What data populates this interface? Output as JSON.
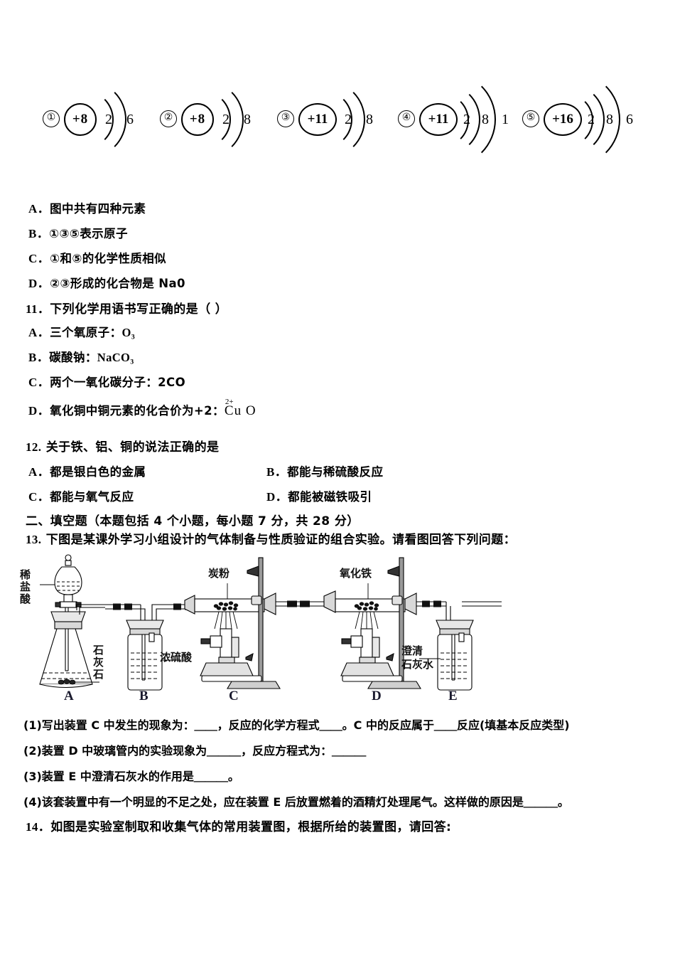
{
  "atom_diagram": {
    "atoms": [
      {
        "index": "①",
        "nucleus": "+8",
        "shells": [
          "2",
          "6"
        ]
      },
      {
        "index": "②",
        "nucleus": "+8",
        "shells": [
          "2",
          "8"
        ]
      },
      {
        "index": "③",
        "nucleus": "+11",
        "shells": [
          "2",
          "8"
        ]
      },
      {
        "index": "④",
        "nucleus": "+11",
        "shells": [
          "2",
          "8",
          "1"
        ]
      },
      {
        "index": "⑤",
        "nucleus": "+16",
        "shells": [
          "2",
          "8",
          "6"
        ]
      }
    ]
  },
  "q10_options": {
    "a_letter": "A．",
    "a_text": "图中共有四种元素",
    "b_letter": "B．",
    "b_text": "①③⑤表示原子",
    "c_letter": "C．",
    "c_text": "①和⑤的化学性质相似",
    "d_letter": "D．",
    "d_text": "②③形成的化合物是 Na0"
  },
  "q11": {
    "number": "11．",
    "stem": "下列化学用语书写正确的是（    ）",
    "a_letter": "A．",
    "a_text": "三个氧原子：",
    "a_formula": "O₃",
    "b_letter": "B．",
    "b_text": "碳酸钠：",
    "b_formula": "NaCO₃",
    "c_letter": "C．",
    "c_text": "两个一氧化碳分子：2CO",
    "d_letter": "D．",
    "d_text": "氧化铜中铜元素的化合价为+2：",
    "d_formula_charge": "2+",
    "d_formula_body": "Cu O"
  },
  "q12": {
    "number": "12.",
    "stem": "关于铁、铝、铜的说法正确的是",
    "a_letter": "A．",
    "a_text": "都是银白色的金属",
    "b_letter": "B．",
    "b_text": "都能与稀硫酸反应",
    "c_letter": "C．",
    "c_text": "都能与氧气反应",
    "d_letter": "D．",
    "d_text": "都能被磁铁吸引"
  },
  "section2": {
    "header": "二、填空题（本题包括 4 个小题，每小题 7 分，共 28 分）"
  },
  "q13": {
    "number": "13.",
    "stem": "下图是某课外学习小组设计的气体制备与性质验证的组合实验。请看图回答下列问题：",
    "figure_labels": {
      "dilute_hcl": "稀\n盐\n酸",
      "limestone": "石\n灰\n石",
      "conc_sulfuric": "浓硫酸",
      "carbon_powder": "炭粉",
      "iron_oxide": "氧化铁",
      "limewater": "澄清\n石灰水",
      "apparatus_a": "A",
      "apparatus_b": "B",
      "apparatus_c": "C",
      "apparatus_d": "D",
      "apparatus_e": "E"
    },
    "sub1": "(1)写出装置 C 中发生的现象为：＿＿，反应的化学方程式＿＿。C 中的反应属于＿＿反应(填基本反应类型)",
    "sub2": "(2)装置 D 中玻璃管内的实验现象为＿＿＿，反应方程式为：＿＿＿",
    "sub3": "(3)装置 E 中澄清石灰水的作用是＿＿＿。",
    "sub4": "(4)该套装置中有一个明显的不足之处，应在装置 E 后放置燃着的酒精灯处理尾气。这样做的原因是＿＿＿。"
  },
  "q14": {
    "number": "14．",
    "stem": "如图是实验室制取和收集气体的常用装置图，根据所给的装置图，请回答:"
  },
  "colors": {
    "ink": "#000000",
    "label_ink": "#111111",
    "apparatus_letter": "#1a1a2e"
  }
}
